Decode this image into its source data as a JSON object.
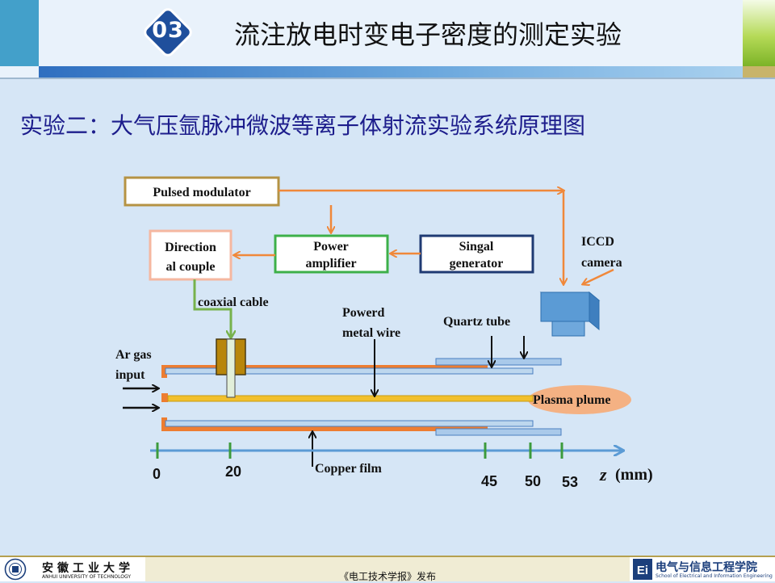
{
  "header": {
    "section_number": "03",
    "title": "流注放电时变电子密度的测定实验"
  },
  "subtitle": "实验二：大气压氩脉冲微波等离子体射流实验系统原理图",
  "diagram": {
    "boxes": {
      "pulsed_modulator": "Pulsed modulator",
      "power_amplifier": [
        "Power",
        "amplifier"
      ],
      "signal_generator": [
        "Singal",
        "generator"
      ],
      "directional_coupler": [
        "Direction",
        "al couple"
      ]
    },
    "labels": {
      "iccd_camera": [
        "ICCD",
        "camera"
      ],
      "coaxial_cable": "coaxial cable",
      "powered_wire": [
        "Powerd",
        "metal wire"
      ],
      "quartz_tube": "Quartz tube",
      "ar_gas_input": [
        "Ar gas",
        "input"
      ],
      "plasma_plume": "Plasma plume",
      "copper_film": "Copper film"
    },
    "axis": {
      "ticks": [
        "0",
        "20",
        "45",
        "50",
        "53"
      ],
      "label_var": "z",
      "label_unit": "(mm)"
    }
  },
  "footer": {
    "university_cn": "安徽工业大学",
    "university_en": "ANHUI UNIVERSITY OF TECHNOLOGY",
    "publisher": "《电工技术学报》发布",
    "school_cn": "电气与信息工程学院",
    "school_en": "School of Electrical and Information Engineering",
    "school_icon_text": "Ei"
  },
  "colors": {
    "orange": "#f0883a",
    "green": "#77b24c",
    "navy": "#1f3a73",
    "gold_box": "#b59344",
    "wire": "#f2c02c",
    "tube": "#a9c9ea",
    "camera": "#5b9bd5",
    "axis": "#5b9bd5"
  }
}
